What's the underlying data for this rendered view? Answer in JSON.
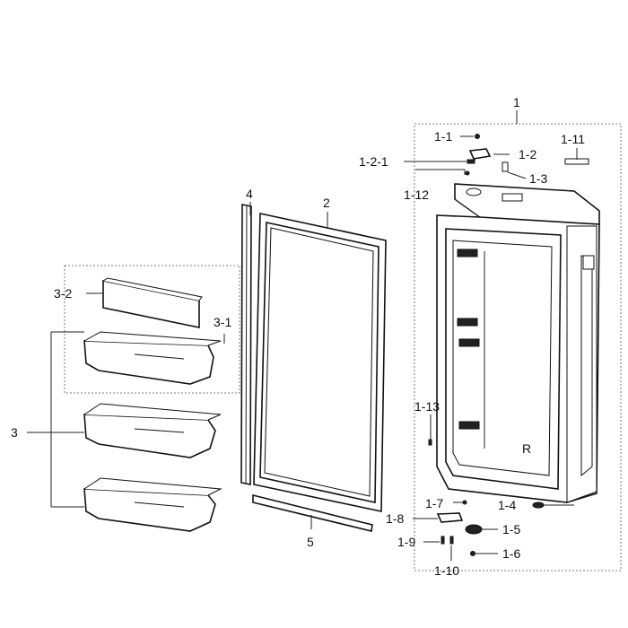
{
  "diagram": {
    "callouts": {
      "c1": "1",
      "c1_1": "1-1",
      "c1_2": "1-2",
      "c1_2_1": "1-2-1",
      "c1_3": "1-3",
      "c1_4": "1-4",
      "c1_5": "1-5",
      "c1_6": "1-6",
      "c1_7": "1-7",
      "c1_8": "1-8",
      "c1_9": "1-9",
      "c1_10": "1-10",
      "c1_11": "1-11",
      "c1_12": "1-12",
      "c1_13": "1-13",
      "c2": "2",
      "c3": "3",
      "c3_1": "3-1",
      "c3_2": "3-2",
      "c4": "4",
      "c5": "5"
    },
    "door_marking": "R"
  }
}
